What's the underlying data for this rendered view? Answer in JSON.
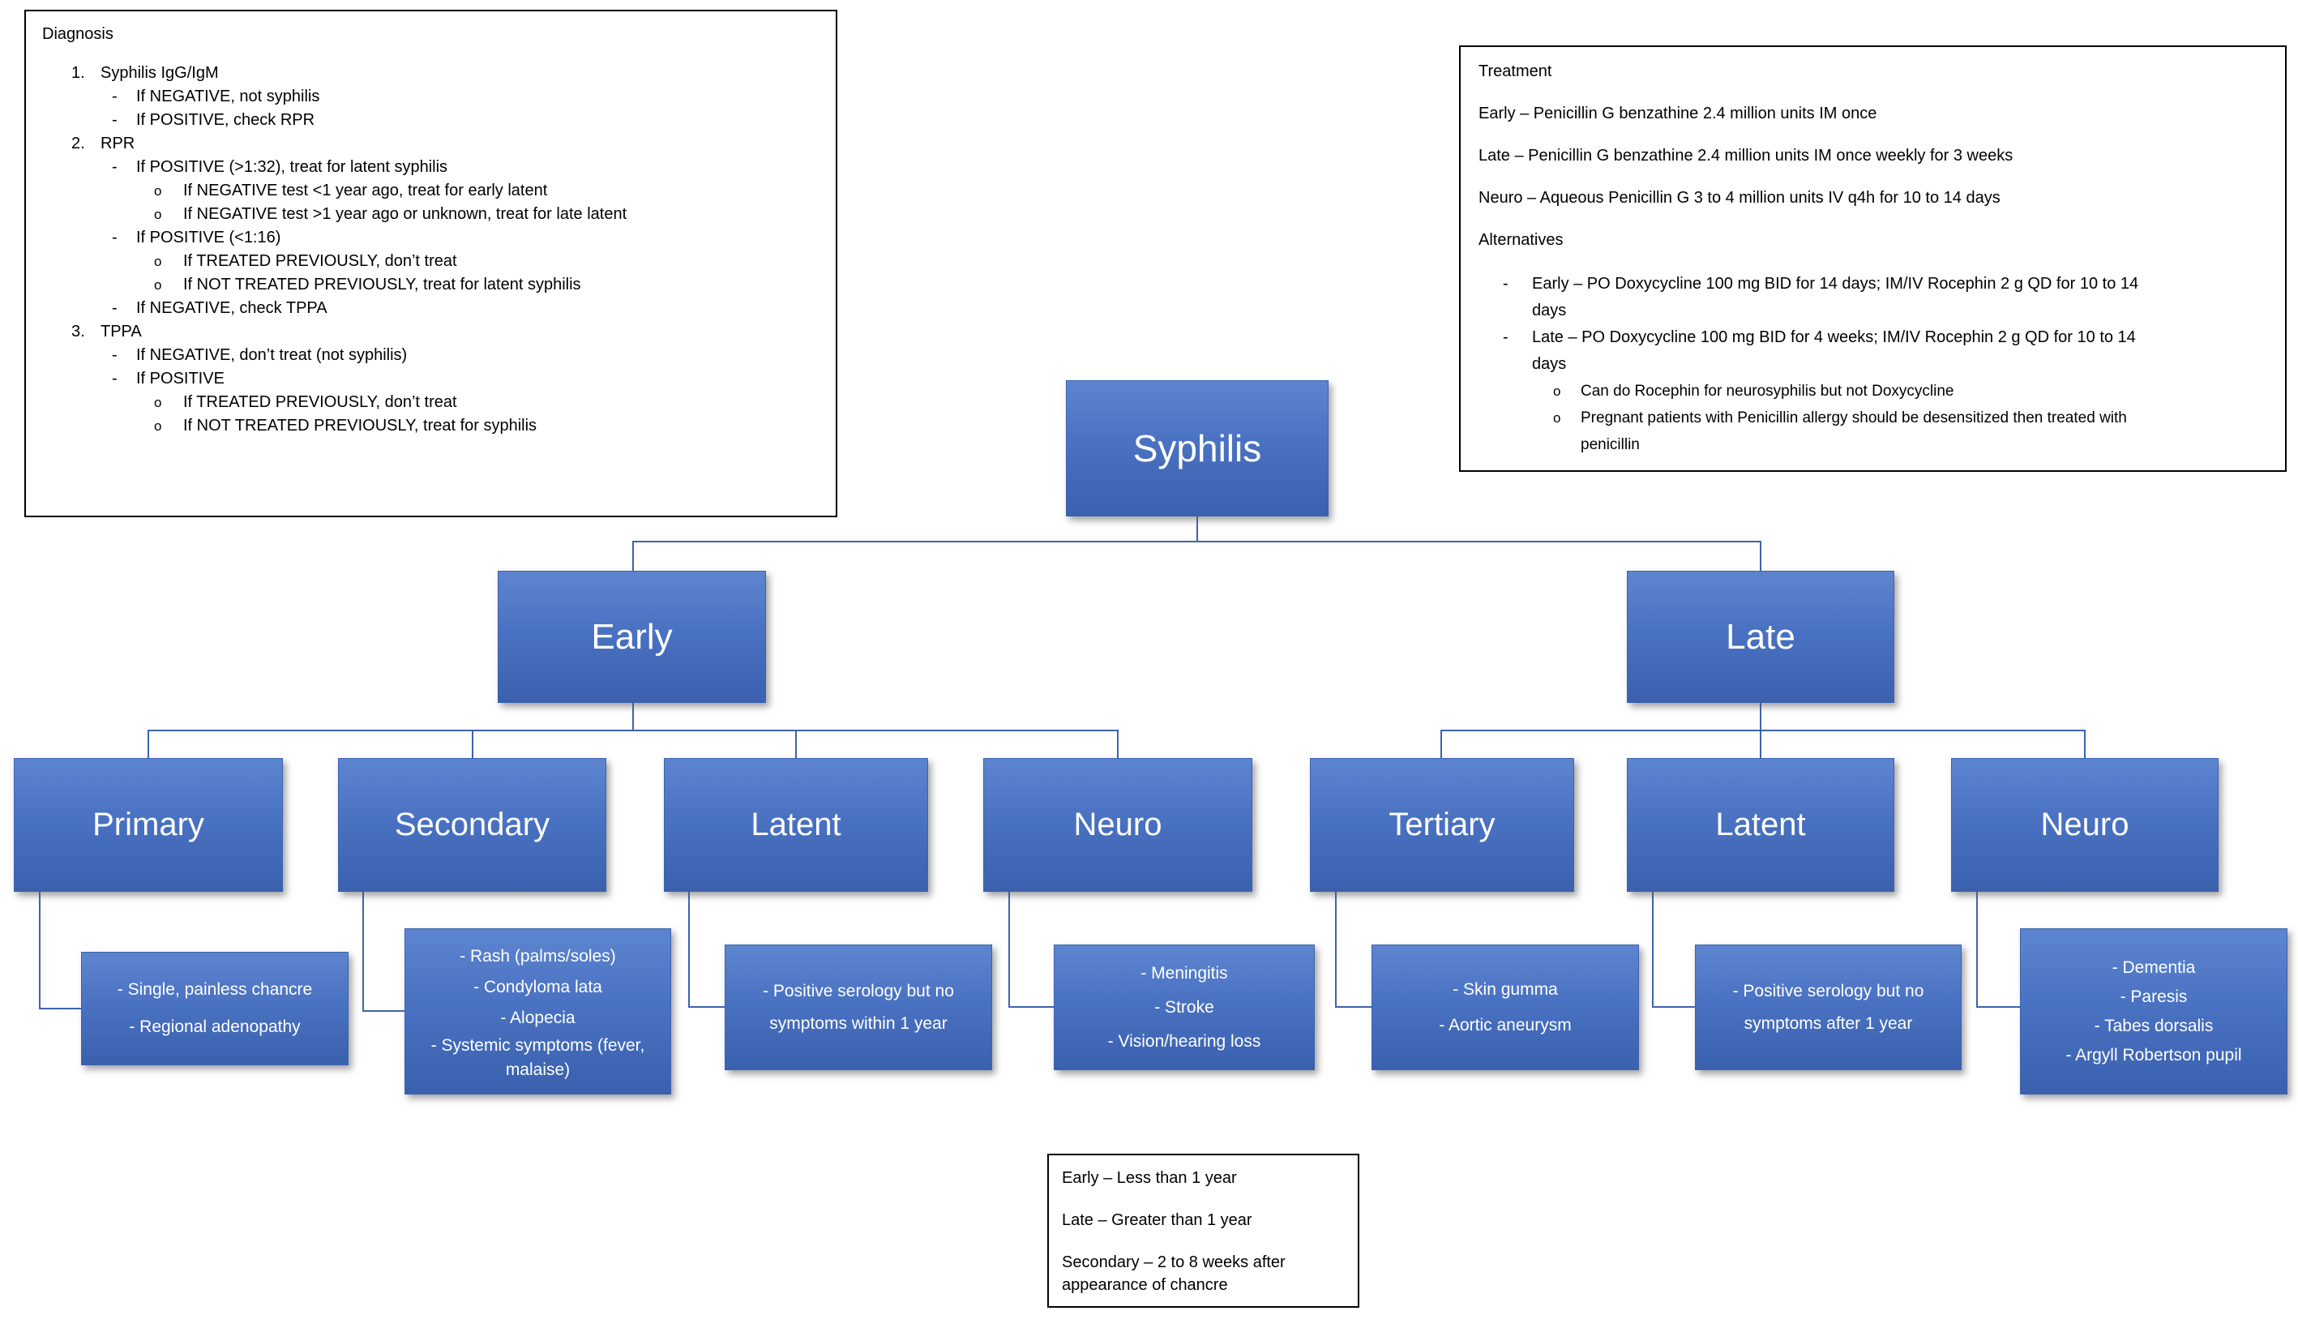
{
  "colors": {
    "node_gradient_top": "#5d85cf",
    "node_gradient_bottom": "#3a61ae",
    "node_text": "#ffffff",
    "connector": "#3f63ad",
    "panel_border": "#000000",
    "panel_text": "#000000"
  },
  "diagnosis": {
    "title": "Diagnosis",
    "lines": [
      {
        "m": "1.",
        "t": "Syphilis IgG/IgM"
      },
      {
        "m": "-",
        "t": "If NEGATIVE, not syphilis"
      },
      {
        "m": "-",
        "t": "If POSITIVE, check RPR"
      },
      {
        "m": "2.",
        "t": "RPR"
      },
      {
        "m": "-",
        "t": "If POSITIVE (>1:32), treat for latent syphilis"
      },
      {
        "m": "o",
        "t": "If NEGATIVE test <1 year ago, treat for early latent"
      },
      {
        "m": "o",
        "t": "If NEGATIVE test >1 year ago or unknown, treat for late latent"
      },
      {
        "m": "-",
        "t": "If POSITIVE (<1:16)"
      },
      {
        "m": "o",
        "t": "If TREATED PREVIOUSLY, don’t treat"
      },
      {
        "m": "o",
        "t": "If NOT TREATED PREVIOUSLY, treat for latent syphilis"
      },
      {
        "m": "-",
        "t": "If NEGATIVE, check TPPA"
      },
      {
        "m": "3.",
        "t": "TPPA"
      },
      {
        "m": "-",
        "t": "If NEGATIVE, don’t treat (not syphilis)"
      },
      {
        "m": "-",
        "t": "If POSITIVE"
      },
      {
        "m": "o",
        "t": "If TREATED PREVIOUSLY, don’t treat"
      },
      {
        "m": "o",
        "t": "If NOT TREATED PREVIOUSLY, treat for syphilis"
      }
    ]
  },
  "treatment": {
    "title": "Treatment",
    "paragraphs": [
      "Early – Penicillin G benzathine 2.4 million units IM once",
      "Late – Penicillin G benzathine 2.4 million units IM once weekly for 3 weeks",
      "Neuro – Aqueous Penicillin G 3 to 4 million units IV q4h for 10 to 14 days",
      "Alternatives"
    ],
    "alt_items": [
      {
        "m": "-",
        "t": "Early – PO Doxycycline 100 mg BID for 14 days; IM/IV Rocephin 2 g QD for 10 to 14 days"
      },
      {
        "m": "-",
        "t": "Late – PO Doxycycline 100 mg BID for 4 weeks; IM/IV Rocephin 2 g QD for 10 to 14 days"
      },
      {
        "m": "o",
        "t": "Can do Rocephin for neurosyphilis but not Doxycycline"
      },
      {
        "m": "o",
        "t": "Pregnant patients with Penicillin allergy should be desensitized then treated with penicillin"
      }
    ]
  },
  "nodes": {
    "root": "Syphilis",
    "early": "Early",
    "late": "Late",
    "children": [
      "Primary",
      "Secondary",
      "Latent",
      "Neuro",
      "Tertiary",
      "Latent",
      "Neuro"
    ]
  },
  "leaves": {
    "primary": [
      "- Single, painless chancre",
      "- Regional adenopathy"
    ],
    "secondary": [
      "- Rash (palms/soles)",
      "- Condyloma lata",
      "- Alopecia",
      "- Systemic symptoms (fever, malaise)"
    ],
    "latent_early": [
      "- Positive serology but no symptoms within 1 year"
    ],
    "neuro_early": [
      "- Meningitis",
      "- Stroke",
      "- Vision/hearing loss"
    ],
    "tertiary": [
      "- Skin gumma",
      "- Aortic aneurysm"
    ],
    "latent_late": [
      "- Positive serology but no symptoms after 1 year"
    ],
    "neuro_late": [
      "- Dementia",
      "- Paresis",
      "- Tabes dorsalis",
      "- Argyll Robertson pupil"
    ]
  },
  "timeline_note": {
    "lines": [
      "Early – Less than 1 year",
      "Late – Greater than 1 year",
      "Secondary – 2 to 8 weeks after appearance of chancre"
    ]
  }
}
